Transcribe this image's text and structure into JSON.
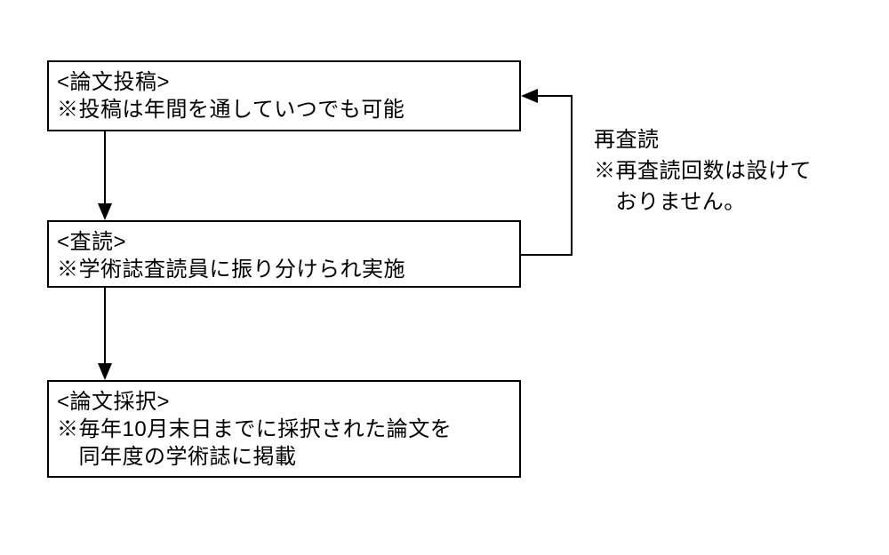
{
  "diagram": {
    "title": "",
    "colors": {
      "background": "#ffffff",
      "line": "#000000",
      "text": "#000000"
    },
    "boxes": [
      {
        "id": "submission",
        "lines": [
          "<論文投稿>",
          "※投稿は年間を通していつでも可能"
        ]
      },
      {
        "id": "review",
        "lines": [
          "<査読>",
          "※学術誌査読員に振り分けられ実施"
        ]
      },
      {
        "id": "acceptance",
        "lines": [
          "<論文採択>",
          "※毎年10月末日までに採択された論文を",
          "　同年度の学術誌に掲載"
        ]
      }
    ],
    "side_note": {
      "lines": [
        "再査読",
        "※再査読回数は設けて",
        "　おりません。"
      ]
    },
    "arrows": [
      {
        "id": "submission-to-review",
        "type": "straight-down"
      },
      {
        "id": "review-to-acceptance",
        "type": "straight-down"
      },
      {
        "id": "re-review-loop",
        "type": "right-side-loop-up"
      }
    ]
  }
}
